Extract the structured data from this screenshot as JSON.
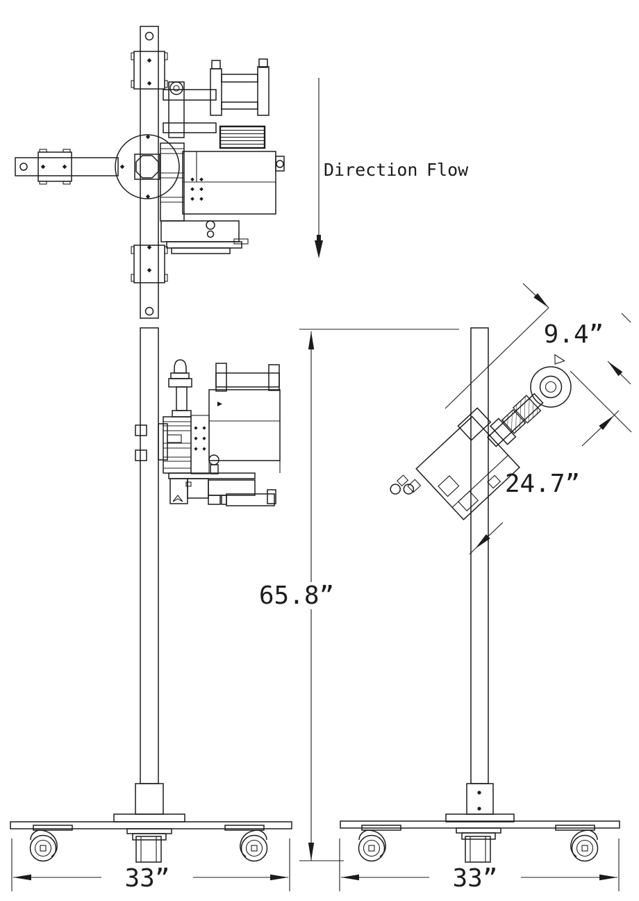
{
  "drawing": {
    "background": "#ffffff",
    "line_color": "#1c1c1c"
  },
  "labels": {
    "direction_flow": {
      "word1": "Direction",
      "word2": "Flow"
    }
  },
  "dimensions": {
    "head_width": "9.4”",
    "head_length": "24.7”",
    "overall_height": "65.8”",
    "base_width_front": "33”",
    "base_width_side": "33”"
  }
}
